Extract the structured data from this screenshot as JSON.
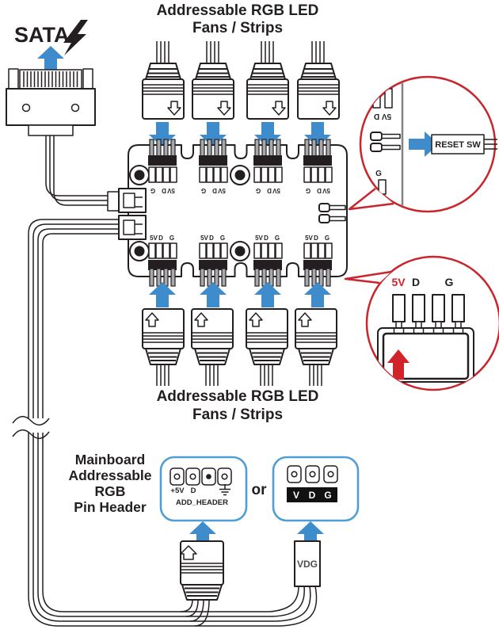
{
  "colors": {
    "line": "#231f20",
    "arrow_blue": "#3f8ccd",
    "callout_red": "#c9252c",
    "accent_red": "#d1232a",
    "box_blue": "#4f9ed6"
  },
  "sata": {
    "label": "SATA"
  },
  "top_devices": {
    "title_line1": "Addressable RGB LED",
    "title_line2": "Fans / Strips"
  },
  "bottom_devices": {
    "title_line1": "Addressable RGB LED",
    "title_line2": "Fans / Strips"
  },
  "hub": {
    "pin_labels": {
      "v5": "5V",
      "d": "D",
      "g": "G"
    }
  },
  "reset_callout": {
    "pins_label": "5V D",
    "g_label": "G",
    "button_label": "RESET SW"
  },
  "pin_callout": {
    "v5": "5V",
    "d": "D",
    "g": "G"
  },
  "mainboard": {
    "line1": "Mainboard",
    "line2": "Addressable",
    "line3": "RGB",
    "line4": "Pin Header",
    "or_label": "or",
    "header4": {
      "plus5v": "+5V",
      "d": "D",
      "name": "ADD_HEADER"
    },
    "header3": {
      "v": "V",
      "d": "D",
      "g": "G"
    },
    "vdg_label": "VDG"
  }
}
